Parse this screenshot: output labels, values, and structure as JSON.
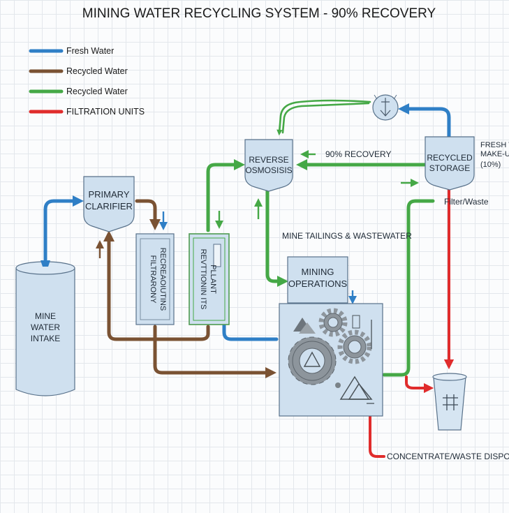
{
  "title": "MINING WATER RECYCLING SYSTEM - 90% RECOVERY",
  "legend": [
    {
      "label": "Fresh Water",
      "color": "#2f7fc6"
    },
    {
      "label": "Recycled Water",
      "color": "#7a5233"
    },
    {
      "label": "Recycled Water",
      "color": "#45a846"
    },
    {
      "label": "FILTRATION UNITS",
      "color": "#e02c2c"
    }
  ],
  "nodes": {
    "intake": {
      "line1": "MINE",
      "line2": "WATER",
      "line3": "INTAKE"
    },
    "clarifier": {
      "line1": "PRIMARY",
      "line2": "CLARIFIER"
    },
    "filtration": {
      "line1": "FILTRARONY",
      "line2": "RECREAOIUTINS"
    },
    "treatment": {
      "line1": "REVTTIONIN ITS",
      "line2": "PLLANT"
    },
    "ro": {
      "line1": "REVERSE",
      "line2": "OSMOSISIS"
    },
    "storage": {
      "line1": "RECYCLED",
      "line2": "STORAGE"
    },
    "mining": {
      "line1": "MINING",
      "line2": "OPERATIONS"
    }
  },
  "annotations": {
    "recovery": "90% RECOVERY",
    "fresh_line1": "FRESH W",
    "fresh_line2": "MAKE-UI",
    "fresh_line3": "(10%)",
    "filter_waste": "Filter/Waste",
    "tailings": "MINE TAILINGS & WASTEWATER",
    "disposal": "CONCENTRATE/WASTE DISPOSAL"
  },
  "icons": [
    "pump-icon",
    "gear-icon",
    "waste-bin-icon",
    "arrow-icon"
  ]
}
